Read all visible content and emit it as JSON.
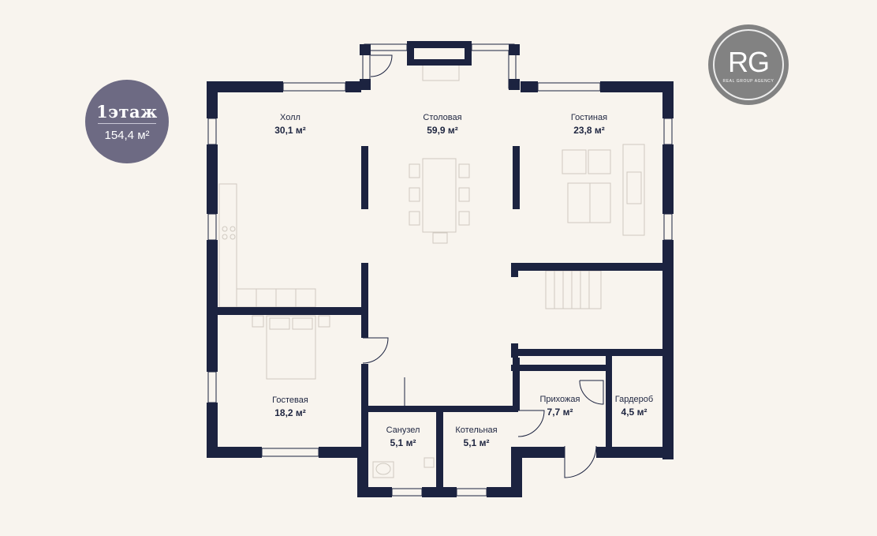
{
  "badge": {
    "floor": "1этаж",
    "area": "154,4 м²"
  },
  "logo": {
    "text": "RG",
    "subtitle": "REAL GROUP AGENCY"
  },
  "rooms": {
    "hall": {
      "name": "Холл",
      "area": "30,1 м²"
    },
    "dining": {
      "name": "Столовая",
      "area": "59,9 м²"
    },
    "living": {
      "name": "Гостиная",
      "area": "23,8 м²"
    },
    "guest": {
      "name": "Гостевая",
      "area": "18,2 м²"
    },
    "bath": {
      "name": "Санузел",
      "area": "5,1 м²"
    },
    "boiler": {
      "name": "Котельная",
      "area": "5,1 м²"
    },
    "entry": {
      "name": "Прихожая",
      "area": "7,7 м²"
    },
    "wardrobe": {
      "name": "Гардероб",
      "area": "4,5 м²"
    }
  },
  "colors": {
    "wall": "#1c2340",
    "background": "#f8f4ee",
    "badge": "#6d6a83",
    "logo": "#828282",
    "furniture": "#cfc9c0"
  }
}
